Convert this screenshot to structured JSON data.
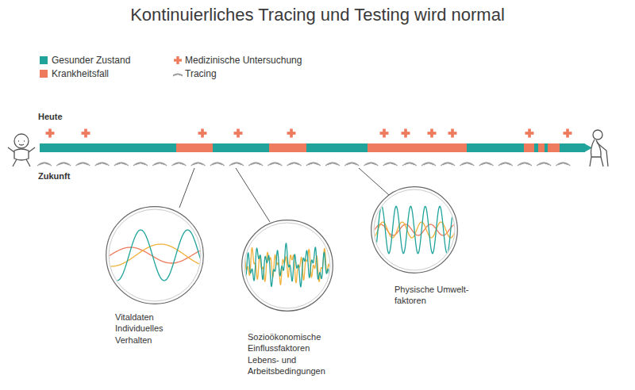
{
  "diagram": {
    "title": "Kontinuierliches Tracing und Testing wird normal",
    "nodes": [
      {
        "text": [
          "Vitaldaten Individuelles Verhalten"
        ]
      },
      {
        "text": [
          "Sozioökonomische Einflussfaktoren Lebens- und Arbeitsbedingungen"
        ]
      },
      {
        "text": [
          "Physische Umwelt- faktoren"
        ]
      }
    ],
    "labels": [
      "Heute",
      "Zukunft"
    ],
    "legend": [
      {
        "text": "Gesunder Zustand",
        "color": "#1fa39a"
      },
      {
        "text": "Krankheitsfall",
        "color": "#ee7b5e"
      },
      {
        "text": "Medizinische Untersuchung"
      },
      {
        "text": "Tracing"
      }
    ]
  }
}
